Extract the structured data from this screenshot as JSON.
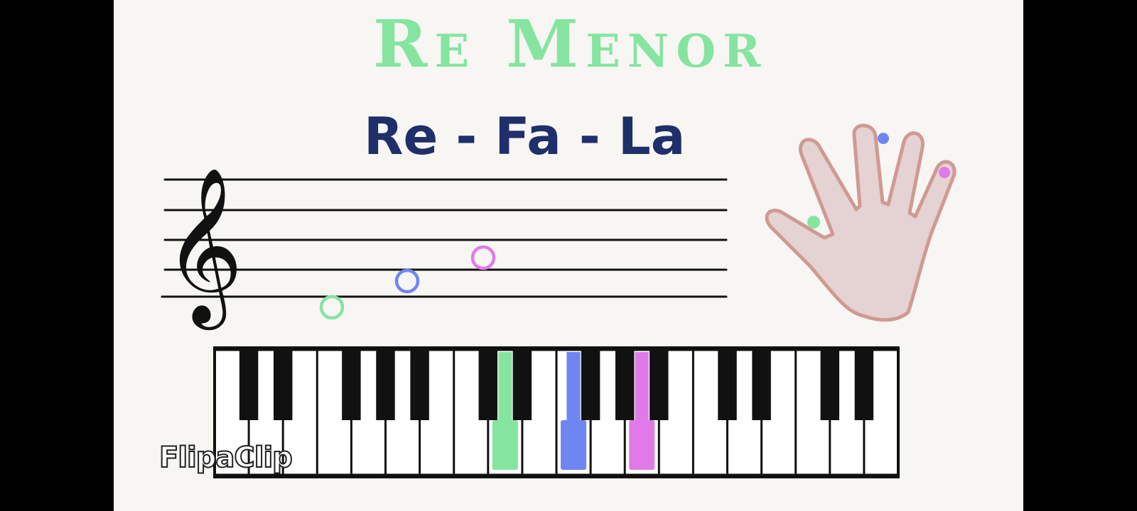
{
  "title": "Re Menor",
  "subtitle": "Re - Fa - La",
  "watermark": "FlipaClip",
  "colors": {
    "background": "#f7f6f3",
    "title": "#86e4a1",
    "subtitle": "#1f2f6a",
    "note_re": "#86e4a1",
    "note_fa": "#6f86f2",
    "note_la": "#e07ae8",
    "hand_fill": "#e5d2d2",
    "hand_outline": "#cf9a92"
  },
  "icons": {
    "clef": "treble-clef-icon",
    "hand": "hand-icon"
  },
  "chord": [
    {
      "note": "Re",
      "color": "#86e4a1",
      "finger": "thumb"
    },
    {
      "note": "Fa",
      "color": "#6f86f2",
      "finger": "middle"
    },
    {
      "note": "La",
      "color": "#e07ae8",
      "finger": "pinky"
    }
  ]
}
